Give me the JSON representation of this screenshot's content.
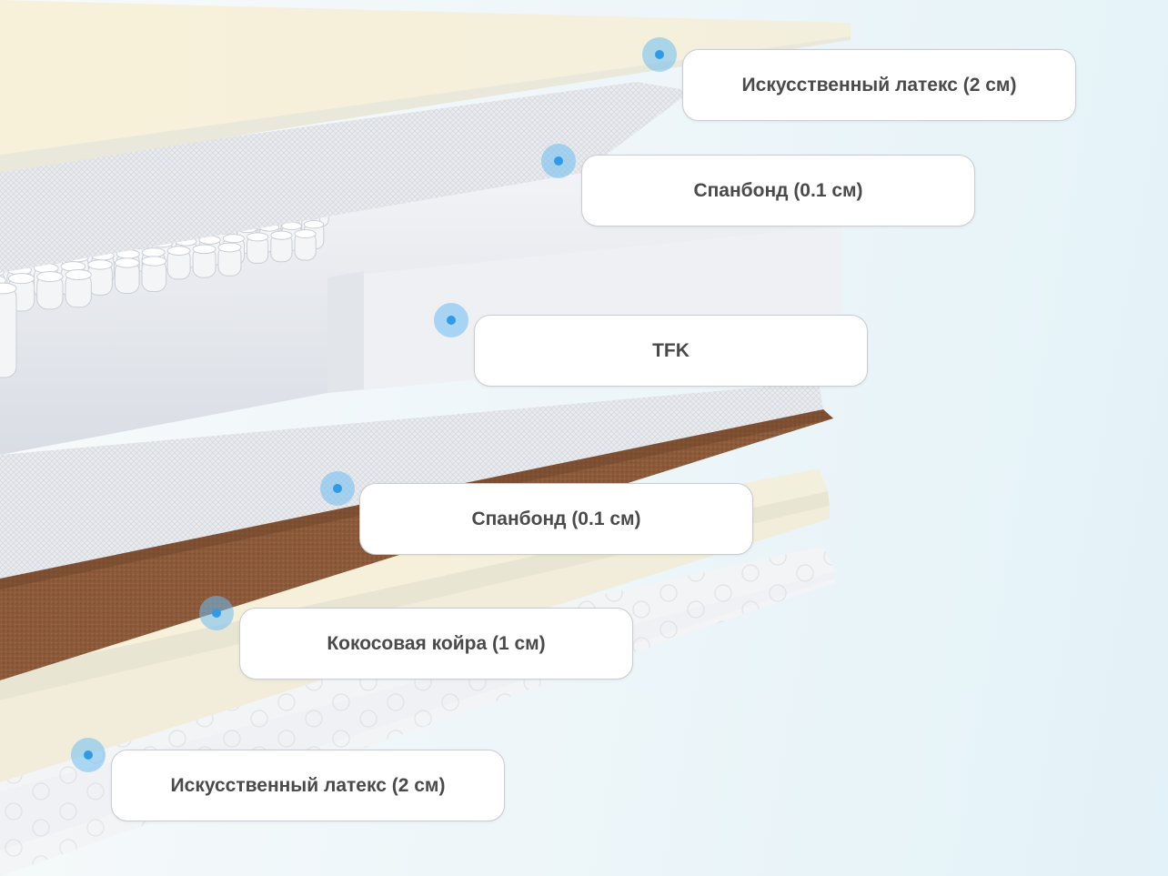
{
  "labels": [
    {
      "id": "top-latex",
      "text": "Искусственный латекс (2 см)"
    },
    {
      "id": "top-spunbond",
      "text": "Спанбонд (0.1 см)"
    },
    {
      "id": "tfk",
      "text": "TFK"
    },
    {
      "id": "bottom-spunbond",
      "text": "Спанбонд (0.1 см)"
    },
    {
      "id": "coconut-coir",
      "text": "Кокосовая койра (1 см)"
    },
    {
      "id": "bottom-latex",
      "text": "Искусственный латекс (2 см)"
    }
  ],
  "colors": {
    "latex": "#f6f1da",
    "spunbond": "#e4e6ea",
    "spring_block": "#dde1e8",
    "coconut": "#8a5a3b",
    "marker": "#2f9be6",
    "label_text": "#4a4a4a"
  },
  "icons": {
    "marker": "layer-marker-dot-icon"
  }
}
